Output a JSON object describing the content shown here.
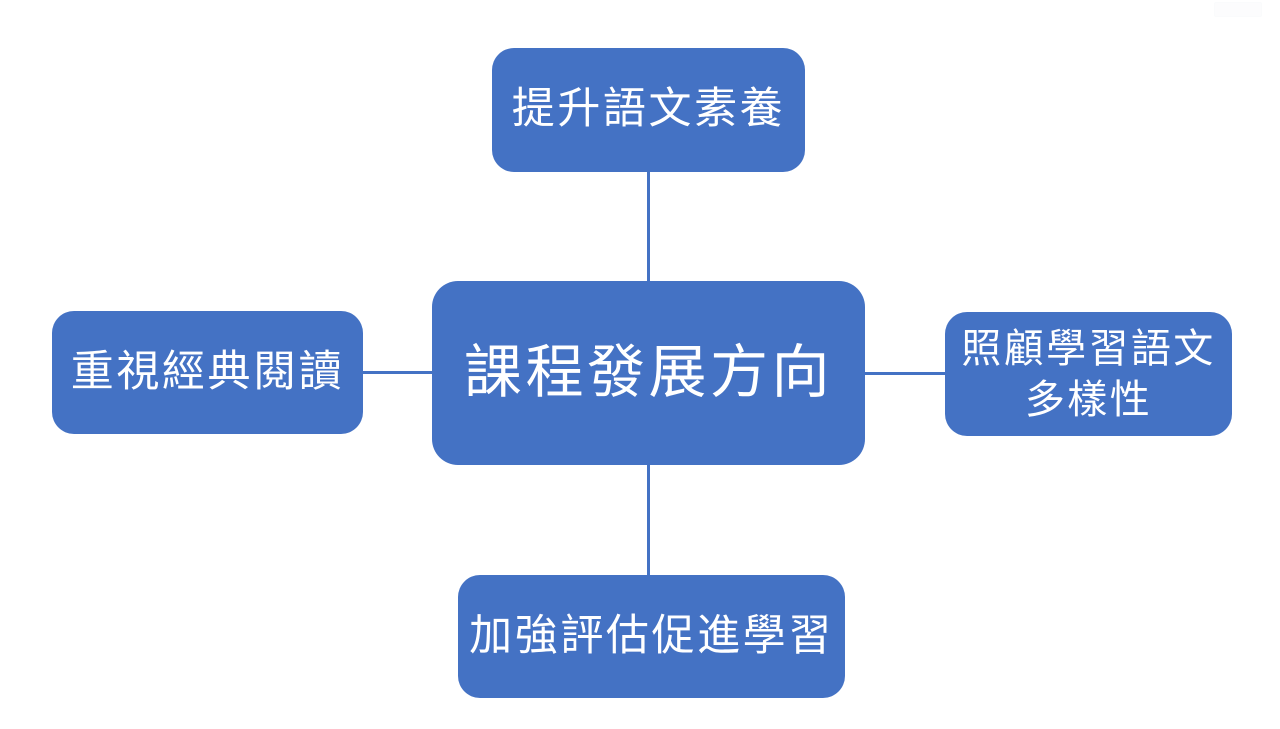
{
  "diagram": {
    "type": "radial-hub-and-spoke",
    "title": "課程發展方向",
    "palette": {
      "node_fill": "#4472C4",
      "node_text": "#FFFFFF",
      "connector": "#4472C4",
      "background": "#FFFFFF"
    },
    "center": {
      "id": "center",
      "label": "課程發展方向",
      "position": "center"
    },
    "nodes": [
      {
        "id": "top",
        "label": "提升語文素養",
        "position": "top",
        "connector": "vertical"
      },
      {
        "id": "left",
        "label": "重視經典閱讀",
        "position": "left",
        "connector": "horizontal"
      },
      {
        "id": "right",
        "label": "照顧學習語文\n多樣性",
        "position": "right",
        "connector": "horizontal"
      },
      {
        "id": "bottom",
        "label": "加強評估促進學習",
        "position": "bottom",
        "connector": "vertical"
      }
    ]
  }
}
